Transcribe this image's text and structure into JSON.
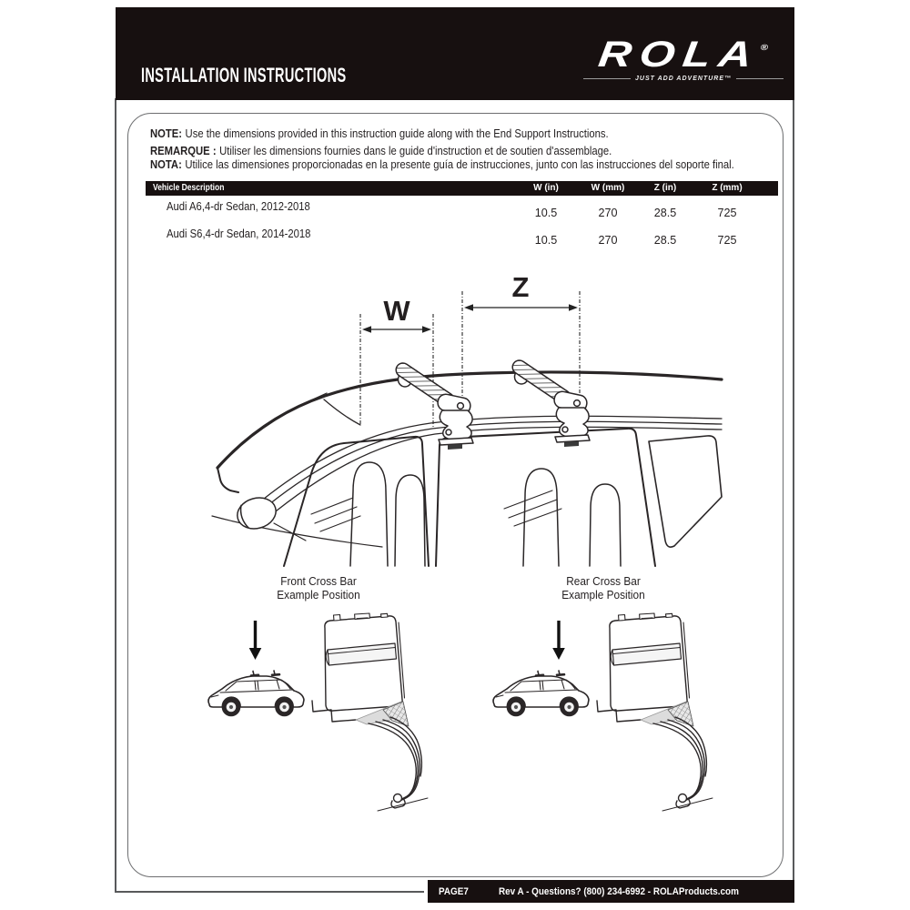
{
  "header": {
    "title": "INSTALLATION INSTRUCTIONS",
    "brand": "ROLA",
    "reg_mark": "®",
    "tagline": "JUST ADD ADVENTURE™"
  },
  "notes": [
    {
      "label": "NOTE:",
      "text": "Use the dimensions provided in this instruction guide along with the End Support Instructions."
    },
    {
      "label": "REMARQUE :",
      "text": "Utiliser les dimensions fournies dans le guide d'instruction et de soutien d'assemblage."
    },
    {
      "label": "NOTA:",
      "text": "Utilice las dimensiones proporcionadas en la presente guía de instrucciones, junto con las instrucciones del soporte final."
    }
  ],
  "table": {
    "headers": [
      "Vehicle Description",
      "W (in)",
      "W (mm)",
      "Z (in)",
      "Z (mm)"
    ],
    "rows": [
      {
        "vehicle": "Audi A6,4-dr Sedan, 2012-2018",
        "values": [
          "10.5",
          "270",
          "28.5",
          "725"
        ]
      },
      {
        "vehicle": "Audi S6,4-dr Sedan, 2014-2018",
        "values": [
          "10.5",
          "270",
          "28.5",
          "725"
        ]
      }
    ]
  },
  "diagram": {
    "w_label": "W",
    "z_label": "Z"
  },
  "figures": {
    "front": {
      "line1": "Front Cross Bar",
      "line2": "Example Position"
    },
    "rear": {
      "line1": "Rear Cross Bar",
      "line2": "Example Position"
    }
  },
  "footer": {
    "page": "PAGE7",
    "info": "Rev A - Questions? (800) 234-6992 - ROLAProducts.com"
  },
  "colors": {
    "bar_black": "#171010",
    "line_art": "#2a2627",
    "edge_gray": "#58595b"
  }
}
